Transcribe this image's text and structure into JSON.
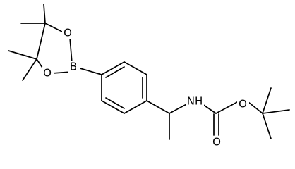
{
  "molecule": {
    "atoms": {
      "o1": "O",
      "o2": "O",
      "b": "B",
      "nh": "NH",
      "o_carbonyl": "O",
      "o_ester": "O"
    }
  }
}
